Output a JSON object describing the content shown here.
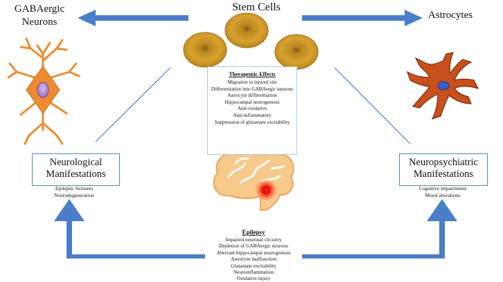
{
  "titles": {
    "stem_cells": "Stem Cells",
    "gabaergic_neurons": "GABAergic Neurons",
    "astrocytes": "Astrocytes"
  },
  "therapeutic_effects": {
    "heading": "Therapeutic Effects",
    "items": [
      "Migration to injured site",
      "Differentiation into GABAergic neurons",
      "Astrocyte differentiation",
      "Hippocampal neurogenesis",
      "Anti-oxidative",
      "Anti-inflammatory",
      "Suppression of glutamate excitability"
    ]
  },
  "neurological": {
    "title": "Neurological Manifestations",
    "items": [
      "Epileptic Seizures",
      "Neurodegeneration"
    ]
  },
  "neuropsychiatric": {
    "title": "Neuropsychiatric Manifestations",
    "items": [
      "Cognitive impairments",
      "Mood alterations"
    ]
  },
  "epilepsy": {
    "heading": "Epilepsy",
    "items": [
      "Impaired neuronal circuitry",
      "Depletion of GABAergic neurons",
      "Aberrant hippocampal neurogenesis",
      "Astrocyte malfunction",
      "Glutamate excitability",
      "Neuroinflammation",
      "Oxidative injury"
    ]
  },
  "colors": {
    "arrow": "#4a7fc8",
    "stem_cell": "#d9a130",
    "neuron": "#f08a2e",
    "astrocyte": "#c8501c",
    "brain": "#f7c98a",
    "lesion": "#e02020"
  }
}
